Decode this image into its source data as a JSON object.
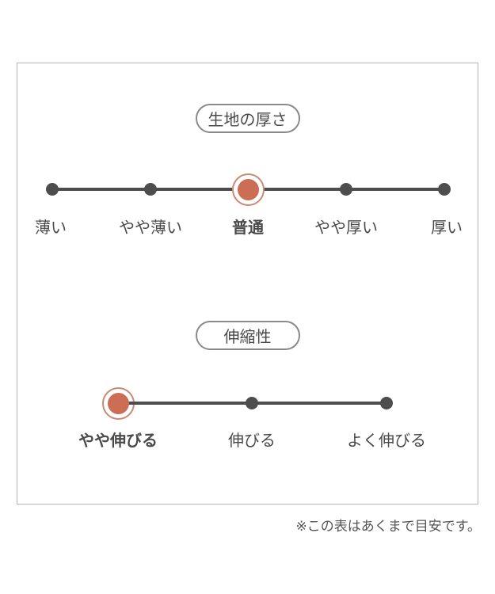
{
  "colors": {
    "accent": "#cc6d55",
    "accent_ring": "#c98a74",
    "dot": "#4d4d4d",
    "text": "#4a4a4a",
    "note_text": "#555555",
    "panel_border": "#b3b3b3",
    "pill_border": "#8a8a8a"
  },
  "sections": [
    {
      "title": "生地の厚さ",
      "selected_value": "普通",
      "options": [
        {
          "label": "薄い",
          "selected": false
        },
        {
          "label": "やや薄い",
          "selected": false
        },
        {
          "label": "普通",
          "selected": true
        },
        {
          "label": "やや厚い",
          "selected": false
        },
        {
          "label": "厚い",
          "selected": false
        }
      ]
    },
    {
      "title": "伸縮性",
      "selected_value": "やや伸びる",
      "options": [
        {
          "label": "やや伸びる",
          "selected": true
        },
        {
          "label": "伸びる",
          "selected": false
        },
        {
          "label": "よく伸びる",
          "selected": false
        }
      ]
    }
  ],
  "footnote": "※この表はあくまで目安です。"
}
